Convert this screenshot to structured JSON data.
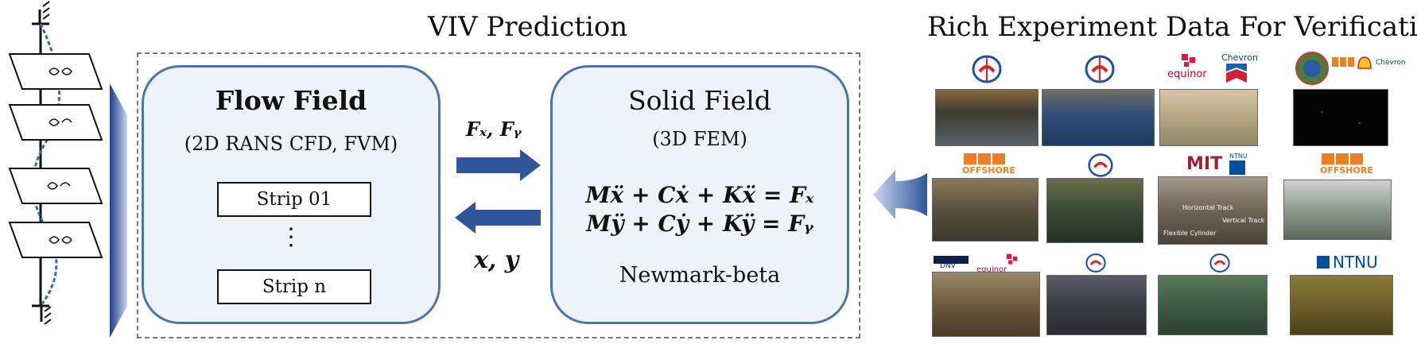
{
  "left_title": "VIV Prediction",
  "right_title": "Rich Experiment Data For Verification",
  "flow_panel": {
    "title": "Flow Field",
    "subtitle": "(2D RANS CFD, FVM)",
    "strip_first": "Strip 01",
    "strip_dots": "⋮",
    "strip_last": "Strip n"
  },
  "solid_panel": {
    "title": "Solid Field",
    "subtitle": "(3D FEM)",
    "equation_x": "Mẍ + Cẋ + Kẍ = Fₓ",
    "equation_y": "Mÿ + Cẏ + Kÿ = Fᵧ",
    "method": "Newmark-beta"
  },
  "forces_label": "Fₓ, Fᵧ",
  "displacement_label": "x, y",
  "logos": {
    "equinor": "equinor",
    "chevron": "Chevron",
    "offshore": "OFFSHORE",
    "mit": "MIT",
    "ntnu": "NTNU",
    "dnv": "DNV"
  },
  "photo_labels": {
    "horizontal_track": "Horizontal Track",
    "vertical_track": "Vertical Track",
    "flexible_cylinder": "Flexible Cylinder"
  },
  "colors": {
    "panel_fill": "#eef3fa",
    "panel_border": "#4a75aa",
    "arrow_blue": "#2f559a",
    "riser_blue": "#2d6db5"
  }
}
